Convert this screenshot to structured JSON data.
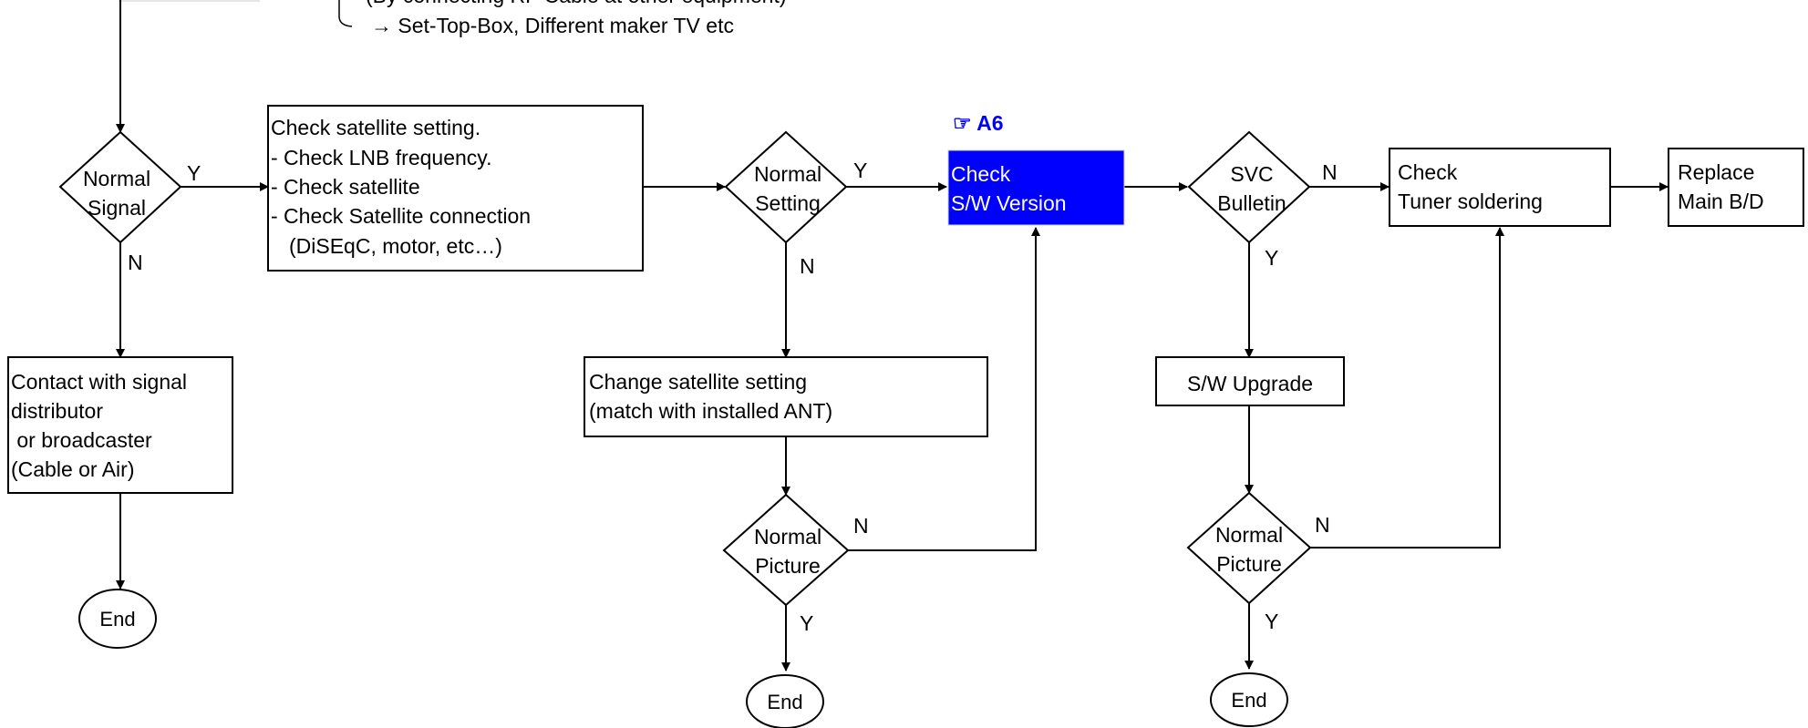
{
  "top_note": {
    "line1": "(By connecting RF Cable at other equipment)",
    "line2": "→ Set-Top-Box, Different maker TV etc"
  },
  "decision_signal": {
    "line1": "Normal",
    "line2": "Signal"
  },
  "satellite_check": {
    "line1": "Check satellite setting.",
    "line2": "- Check LNB frequency.",
    "line3": "- Check satellite",
    "line4": "- Check Satellite connection",
    "line5": "(DiSEqC, motor, etc…)"
  },
  "decision_setting": {
    "line1": "Normal",
    "line2": "Setting"
  },
  "reference": "☞ A6",
  "sw_version": {
    "line1": "Check",
    "line2": "S/W Version"
  },
  "decision_bulletin": {
    "line1": "SVC",
    "line2": "Bulletin"
  },
  "tuner_check": {
    "line1": "Check",
    "line2": "Tuner soldering"
  },
  "replace": {
    "line1": "Replace",
    "line2": "Main B/D"
  },
  "contact": {
    "line1": "Contact with signal",
    "line2": "distributor",
    "line3": " or broadcaster",
    "line4": "(Cable or Air)"
  },
  "change_satellite": {
    "line1": "Change satellite setting",
    "line2": "(match with installed ANT)"
  },
  "sw_upgrade": "S/W Upgrade",
  "decision_picture_1": {
    "line1": "Normal",
    "line2": "Picture"
  },
  "decision_picture_2": {
    "line1": "Normal",
    "line2": "Picture"
  },
  "end_label": "End",
  "yes": "Y",
  "no": "N",
  "colors": {
    "highlight": "#0000ff",
    "line": "#000000"
  }
}
